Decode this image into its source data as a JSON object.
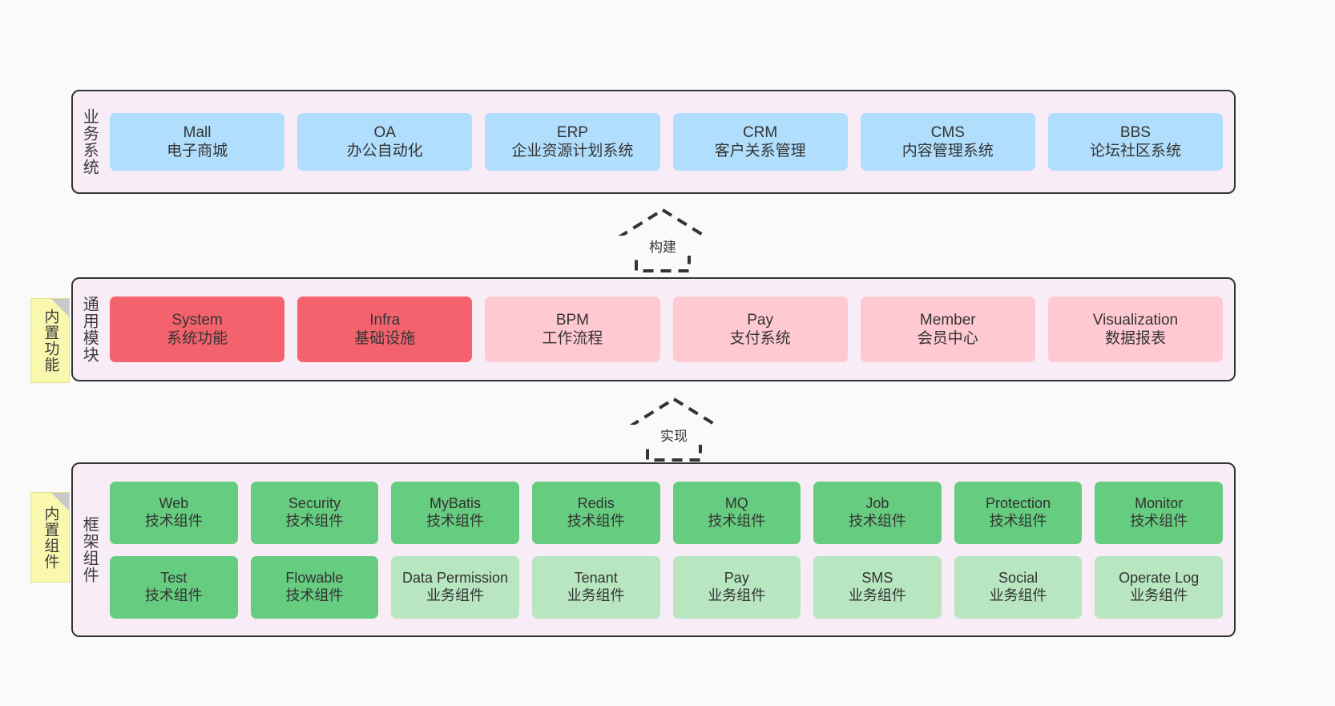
{
  "diagram": {
    "background": "#fafafa",
    "palette": {
      "panel_bg": "#F8EDF6",
      "panel_border": "#333333",
      "business_card": "#B0DEFC",
      "module_core": "#F4636D",
      "module_plain": "#FFC9D2",
      "framework_tech": "#66CC7F",
      "framework_biz": "#B7E6C0",
      "note_bg": "#FAF8AE"
    }
  },
  "layers": [
    {
      "id": "business",
      "title": "业务系统",
      "cards": [
        {
          "name": "Mall",
          "desc": "电子商城",
          "color": "#B0DEFC"
        },
        {
          "name": "OA",
          "desc": "办公自动化",
          "color": "#B0DEFC"
        },
        {
          "name": "ERP",
          "desc": "企业资源计划系统",
          "color": "#B0DEFC"
        },
        {
          "name": "CRM",
          "desc": "客户关系管理",
          "color": "#B0DEFC"
        },
        {
          "name": "CMS",
          "desc": "内容管理系统",
          "color": "#B0DEFC"
        },
        {
          "name": "BBS",
          "desc": "论坛社区系统",
          "color": "#B0DEFC"
        }
      ]
    },
    {
      "id": "modules",
      "title": "通用模块",
      "note": "内置功能",
      "cards": [
        {
          "name": "System",
          "desc": "系统功能",
          "color": "#F4636D"
        },
        {
          "name": "Infra",
          "desc": "基础设施",
          "color": "#F4636D"
        },
        {
          "name": "BPM",
          "desc": "工作流程",
          "color": "#FFC9D2"
        },
        {
          "name": "Pay",
          "desc": "支付系统",
          "color": "#FFC9D2"
        },
        {
          "name": "Member",
          "desc": "会员中心",
          "color": "#FFC9D2"
        },
        {
          "name": "Visualization",
          "desc": "数据报表",
          "color": "#FFC9D2"
        }
      ]
    },
    {
      "id": "framework",
      "title": "框架组件",
      "note": "内置组件",
      "row1": [
        {
          "name": "Web",
          "desc": "技术组件",
          "color": "#66CC7F"
        },
        {
          "name": "Security",
          "desc": "技术组件",
          "color": "#66CC7F"
        },
        {
          "name": "MyBatis",
          "desc": "技术组件",
          "color": "#66CC7F"
        },
        {
          "name": "Redis",
          "desc": "技术组件",
          "color": "#66CC7F"
        },
        {
          "name": "MQ",
          "desc": "技术组件",
          "color": "#66CC7F"
        },
        {
          "name": "Job",
          "desc": "技术组件",
          "color": "#66CC7F"
        },
        {
          "name": "Protection",
          "desc": "技术组件",
          "color": "#66CC7F"
        },
        {
          "name": "Monitor",
          "desc": "技术组件",
          "color": "#66CC7F"
        }
      ],
      "row2": [
        {
          "name": "Test",
          "desc": "技术组件",
          "color": "#66CC7F"
        },
        {
          "name": "Flowable",
          "desc": "技术组件",
          "color": "#66CC7F"
        },
        {
          "name": "Data Permission",
          "desc": "业务组件",
          "color": "#B7E6C0"
        },
        {
          "name": "Tenant",
          "desc": "业务组件",
          "color": "#B7E6C0"
        },
        {
          "name": "Pay",
          "desc": "业务组件",
          "color": "#B7E6C0"
        },
        {
          "name": "SMS",
          "desc": "业务组件",
          "color": "#B7E6C0"
        },
        {
          "name": "Social",
          "desc": "业务组件",
          "color": "#B7E6C0"
        },
        {
          "name": "Operate Log",
          "desc": "业务组件",
          "color": "#B7E6C0"
        }
      ]
    }
  ],
  "arrows": [
    {
      "id": "build",
      "label": "构建"
    },
    {
      "id": "implement",
      "label": "实现"
    }
  ]
}
